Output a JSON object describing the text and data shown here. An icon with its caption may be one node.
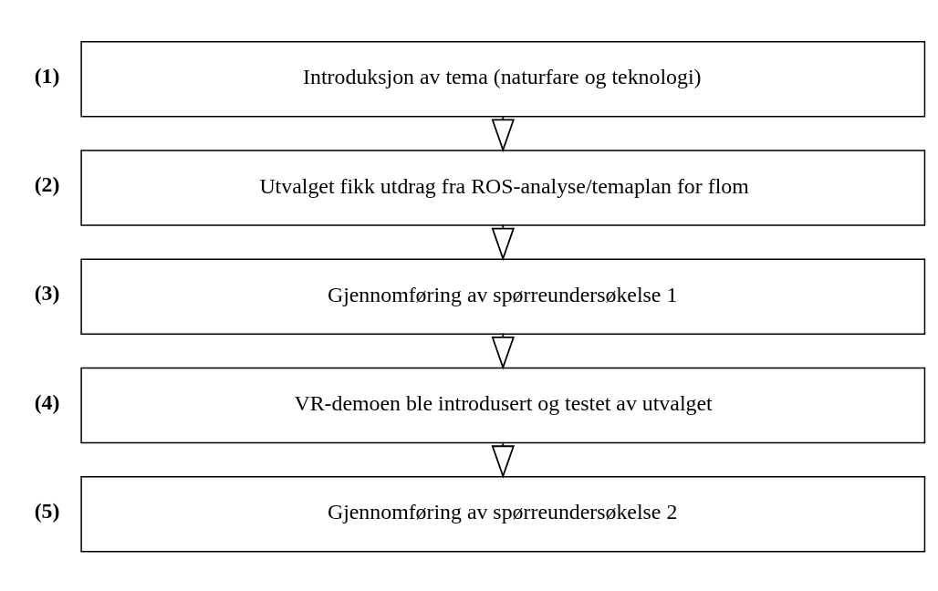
{
  "diagram": {
    "nodes": [
      {
        "text": [
          "Introduksjon av tema (naturfare og teknologi)"
        ],
        "beside": [
          "(1)"
        ]
      },
      {
        "text": [
          "Utvalget fikk utdrag fra ROS-analyse/temaplan for flom"
        ],
        "beside": [
          "(2)"
        ]
      },
      {
        "text": [
          "Gjennomføring av spørreundersøkelse 1"
        ],
        "beside": [
          "(3)"
        ]
      },
      {
        "text": [
          "VR-demoen ble introdusert og testet av utvalget"
        ],
        "beside": [
          "(4)"
        ]
      },
      {
        "text": [
          "Gjennomføring av spørreundersøkelse 2"
        ],
        "beside": [
          "(5)"
        ]
      }
    ],
    "edges": [
      {
        "from": 0,
        "to": 1,
        "arrow": "to"
      },
      {
        "from": 1,
        "to": 2,
        "arrow": "to"
      },
      {
        "from": 2,
        "to": 3,
        "arrow": "to"
      },
      {
        "from": 3,
        "to": 4,
        "arrow": "to"
      }
    ]
  }
}
